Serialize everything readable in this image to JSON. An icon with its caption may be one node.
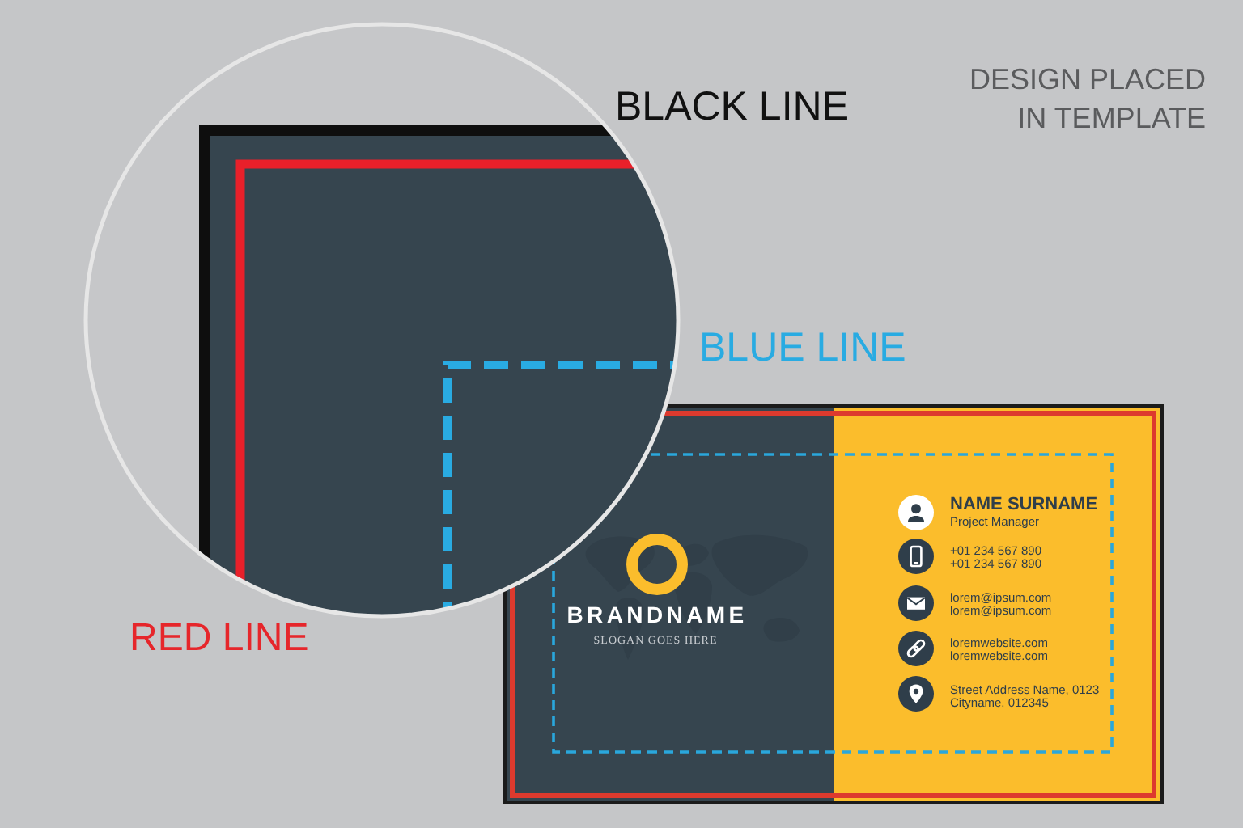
{
  "diagram": {
    "nodes": [
      {
        "text": [],
        "shape": "box"
      },
      {
        "text": [
          "BRANDNAME",
          "SLOGAN GOES HERE"
        ],
        "in": 0
      },
      {
        "text": [
          "NAME SURNAME",
          "Project Manager",
          "+01 234 567 890",
          "+01 234 567 890",
          "lorem@ipsum.com",
          "lorem@ipsum.com",
          "loremwebsite.com",
          "loremwebsite.com",
          "Street Address Name, 0123",
          "Cityname, 012345"
        ],
        "in": 0
      }
    ],
    "labels": [
      "BLACK LINE",
      "DESIGN PLACED IN TEMPLATE",
      "BLUE LINE",
      "RED LINE"
    ]
  }
}
